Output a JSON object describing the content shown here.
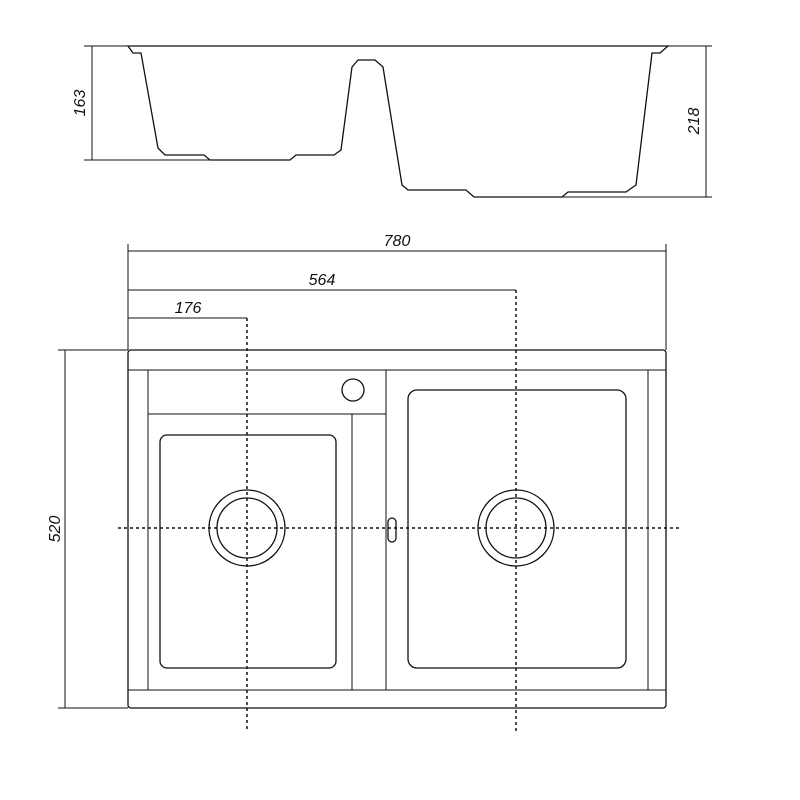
{
  "dimensions": {
    "bowl_depth_left": "163",
    "bowl_depth_right": "218",
    "overall_width": "780",
    "right_drain_offset": "564",
    "left_drain_offset": "176",
    "overall_depth": "520"
  }
}
